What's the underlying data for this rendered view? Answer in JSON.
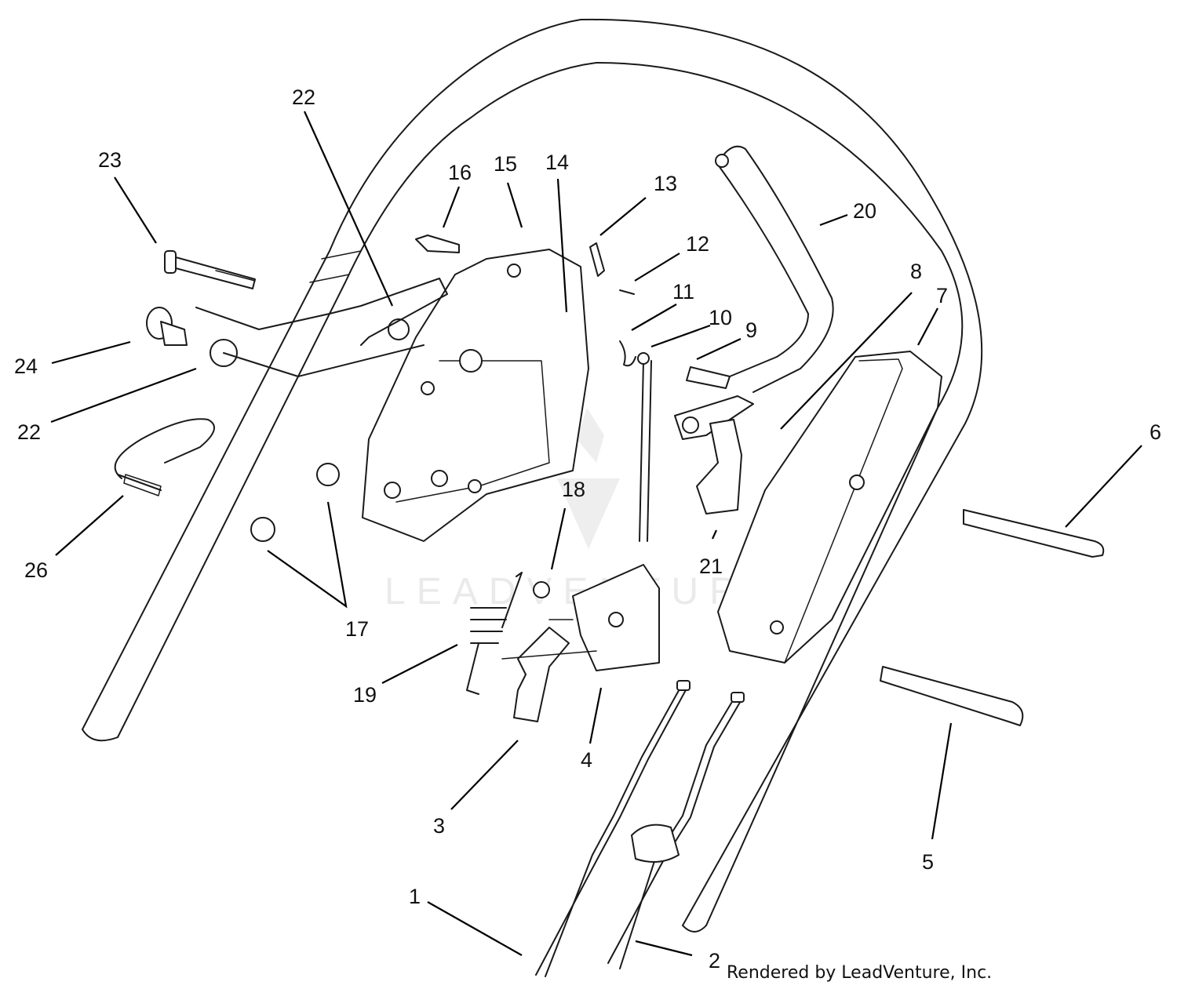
{
  "callouts": [
    {
      "id": "c1",
      "label": "1"
    },
    {
      "id": "c2",
      "label": "2"
    },
    {
      "id": "c3",
      "label": "3"
    },
    {
      "id": "c4",
      "label": "4"
    },
    {
      "id": "c5",
      "label": "5"
    },
    {
      "id": "c6",
      "label": "6"
    },
    {
      "id": "c7",
      "label": "7"
    },
    {
      "id": "c8",
      "label": "8"
    },
    {
      "id": "c9",
      "label": "9"
    },
    {
      "id": "c10",
      "label": "10"
    },
    {
      "id": "c11",
      "label": "11"
    },
    {
      "id": "c12",
      "label": "12"
    },
    {
      "id": "c13",
      "label": "13"
    },
    {
      "id": "c14",
      "label": "14"
    },
    {
      "id": "c15",
      "label": "15"
    },
    {
      "id": "c16",
      "label": "16"
    },
    {
      "id": "c17",
      "label": "17"
    },
    {
      "id": "c18",
      "label": "18"
    },
    {
      "id": "c19",
      "label": "19"
    },
    {
      "id": "c20",
      "label": "20"
    },
    {
      "id": "c21",
      "label": "21"
    },
    {
      "id": "c22a",
      "label": "22"
    },
    {
      "id": "c22b",
      "label": "22"
    },
    {
      "id": "c23",
      "label": "23"
    },
    {
      "id": "c24",
      "label": "24"
    },
    {
      "id": "c26",
      "label": "26"
    }
  ],
  "credit": "Rendered by LeadVenture, Inc.",
  "watermark": "LEADVENTURE"
}
